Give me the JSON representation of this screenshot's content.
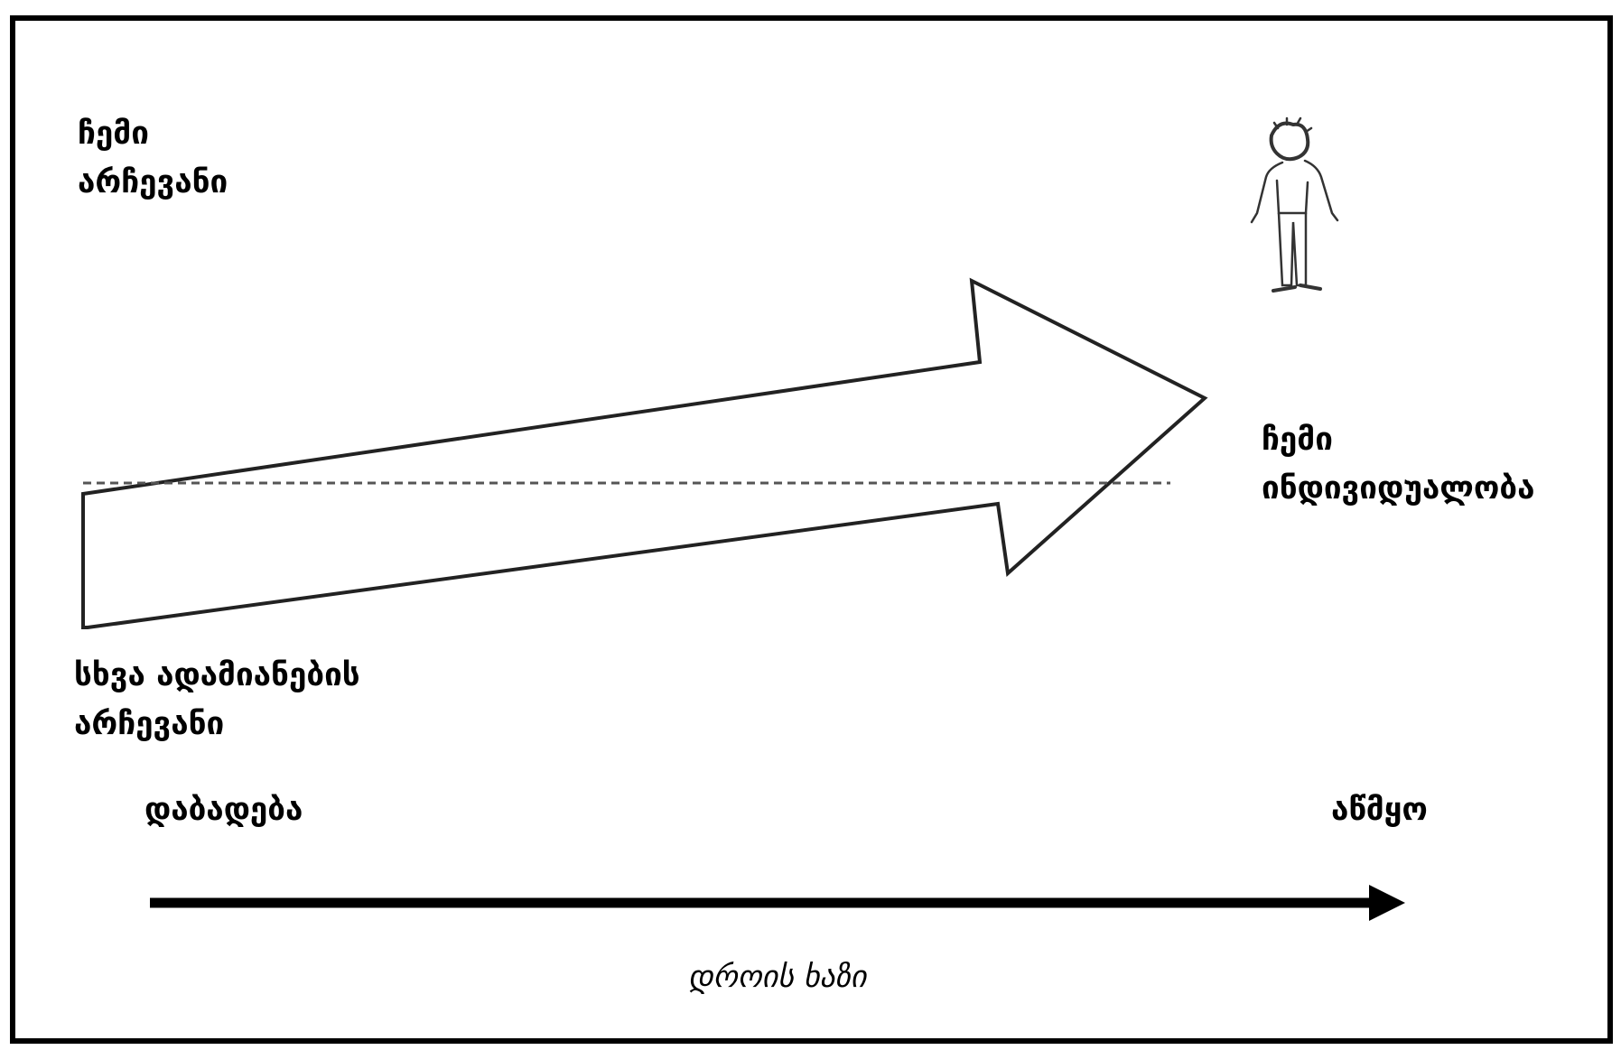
{
  "labels": {
    "my_choice_line1": "ჩემი",
    "my_choice_line2": "არჩევანი",
    "others_choice_line1": "სხვა ადამიანების",
    "others_choice_line2": "არჩევანი",
    "individuality_line1": "ჩემი",
    "individuality_line2": "ინდივიდუალობა",
    "birth": "დაბადება",
    "present": "აწმყო",
    "timeline": "დროის ხაზი"
  }
}
